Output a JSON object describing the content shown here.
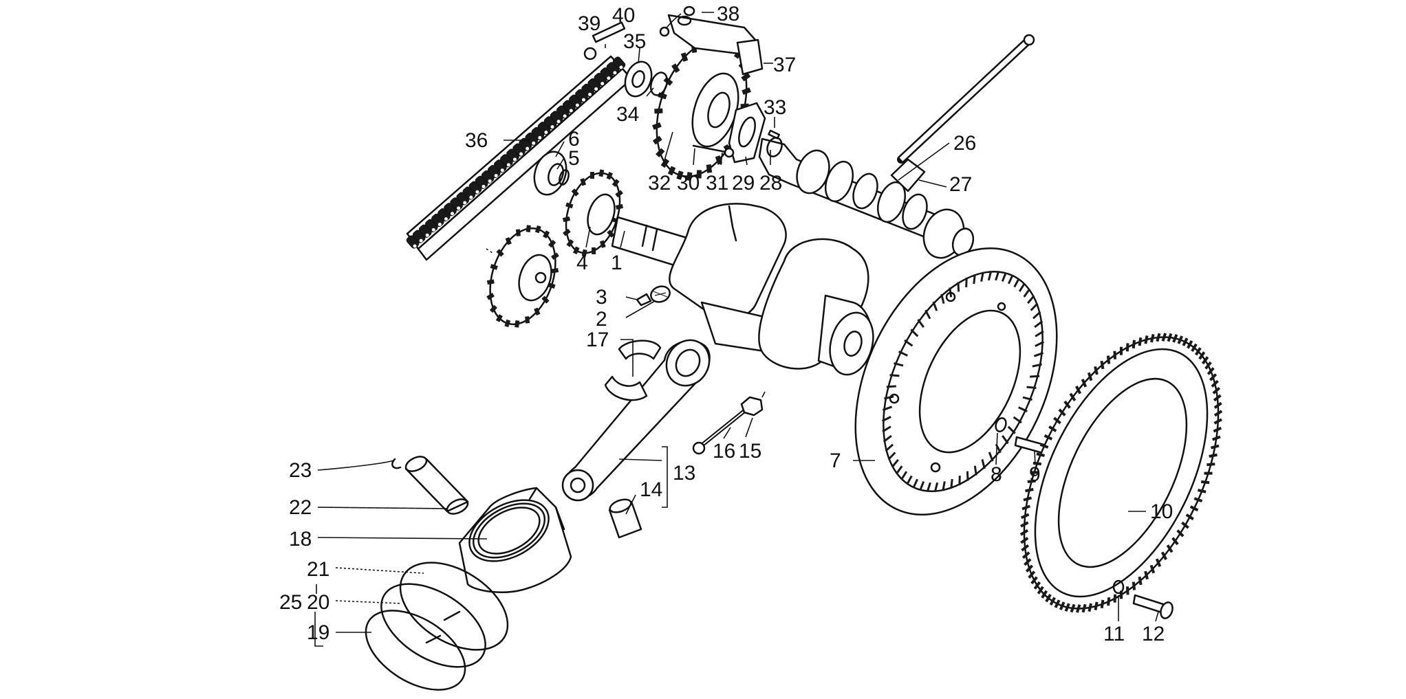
{
  "diagram": {
    "background": "#ffffff",
    "ink_color": "#111111",
    "part_labels": [
      "1",
      "2",
      "3",
      "4",
      "5",
      "6",
      "7",
      "8",
      "9",
      "10",
      "11",
      "12",
      "13",
      "14",
      "15",
      "16",
      "17",
      "18",
      "19",
      "20",
      "21",
      "22",
      "23",
      "25",
      "26",
      "27",
      "28",
      "29",
      "30",
      "31",
      "32",
      "33",
      "34",
      "35",
      "36",
      "37",
      "38",
      "39",
      "40"
    ]
  }
}
